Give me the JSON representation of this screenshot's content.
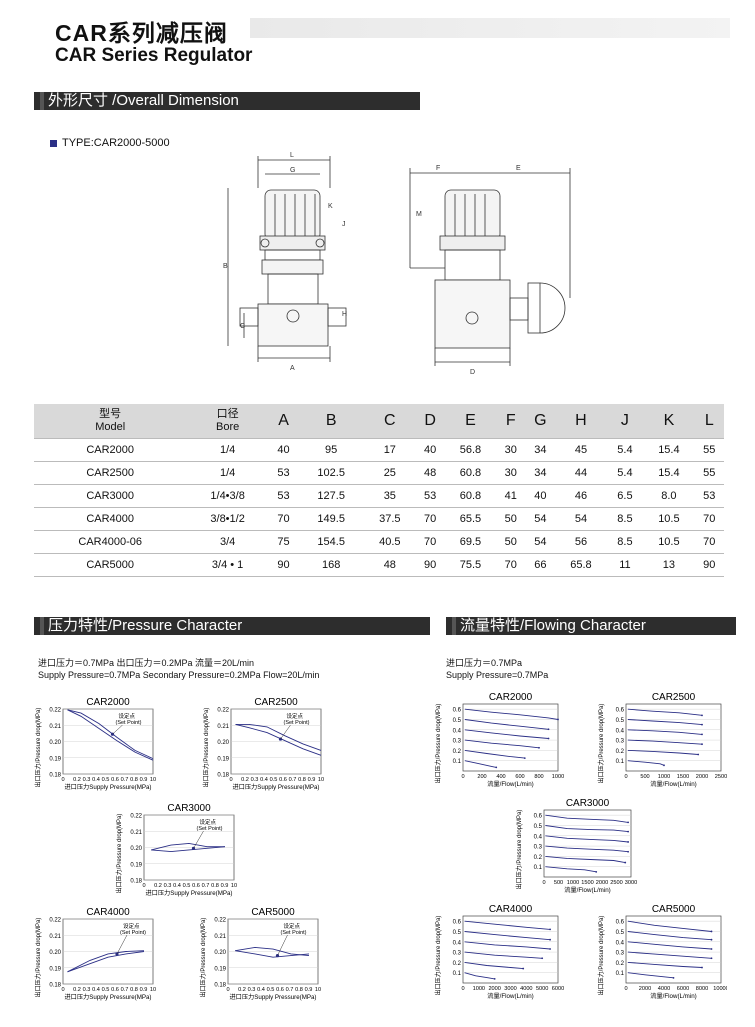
{
  "header": {
    "title_cn": "CAR系列减压阀",
    "title_en": "CAR Series Regulator"
  },
  "sections": {
    "dimension": "外形尺寸 /Overall Dimension",
    "pressure": "压力特性/Pressure Character",
    "flowing": "流量特性/Flowing Character"
  },
  "type_line": "TYPE:CAR2000-5000",
  "drawing_labels": {
    "left": [
      "L",
      "G",
      "K",
      "J",
      "B",
      "C",
      "H",
      "A"
    ],
    "right": [
      "F",
      "E",
      "M",
      "D"
    ]
  },
  "table": {
    "headers": [
      {
        "cn": "型号",
        "en": "Model"
      },
      {
        "cn": "口径",
        "en": "Bore"
      },
      "A",
      "B",
      "C",
      "D",
      "E",
      "F",
      "G",
      "H",
      "J",
      "K",
      "L"
    ],
    "rows": [
      [
        "CAR2000",
        "1/4",
        "40",
        "95",
        "17",
        "40",
        "56.8",
        "30",
        "34",
        "45",
        "5.4",
        "15.4",
        "55"
      ],
      [
        "CAR2500",
        "1/4",
        "53",
        "102.5",
        "25",
        "48",
        "60.8",
        "30",
        "34",
        "44",
        "5.4",
        "15.4",
        "55"
      ],
      [
        "CAR3000",
        "1/4•3/8",
        "53",
        "127.5",
        "35",
        "53",
        "60.8",
        "41",
        "40",
        "46",
        "6.5",
        "8.0",
        "53"
      ],
      [
        "CAR4000",
        "3/8•1/2",
        "70",
        "149.5",
        "37.5",
        "70",
        "65.5",
        "50",
        "54",
        "54",
        "8.5",
        "10.5",
        "70"
      ],
      [
        "CAR4000-06",
        "3/4",
        "75",
        "154.5",
        "40.5",
        "70",
        "69.5",
        "50",
        "54",
        "56",
        "8.5",
        "10.5",
        "70"
      ],
      [
        "CAR5000",
        "3/4 • 1",
        "90",
        "168",
        "48",
        "90",
        "75.5",
        "70",
        "66",
        "65.8",
        "11",
        "13",
        "90"
      ]
    ]
  },
  "pressure_conditions": [
    "进口压力＝0.7MPa 出口压力＝0.2MPa 流量＝20L/min",
    "Supply Pressure=0.7MPa Secondary Pressure=0.2MPa Flow=20L/min"
  ],
  "flow_conditions": [
    "进口压力＝0.7MPa",
    "Supply Pressure=0.7MPa"
  ],
  "pressure_axis": {
    "ylabel": "出口压力/Pressure drop(MPa)",
    "xlabel": "进口压力Supply Pressure(MPa)",
    "annotation_cn": "设定点",
    "annotation_en": "(Set Point)"
  },
  "flow_axis": {
    "ylabel": "出口压力/Pressure drop(MPa)",
    "xlabel": "流量/Flow(L/min)"
  },
  "chart_data": [
    {
      "type": "line",
      "title": "CAR2000",
      "group": "pressure",
      "ylim": [
        0.18,
        0.22
      ],
      "yticks": [
        0.22,
        0.21,
        0.2,
        0.19,
        0.18
      ],
      "xlim": [
        0,
        1.0
      ],
      "xticklabels": [
        "0",
        "0.2",
        "0.3",
        "0.4",
        "0.5",
        "0.6",
        "0.7",
        "0.8",
        "0.9",
        "10"
      ],
      "series": [
        {
          "x": [
            0.05,
            0.2,
            0.4,
            0.6,
            0.8,
            1.0
          ],
          "y": [
            0.2195,
            0.2175,
            0.211,
            0.2025,
            0.1945,
            0.1895
          ]
        },
        {
          "x": [
            0.05,
            0.2,
            0.4,
            0.6,
            0.8,
            1.0
          ],
          "y": [
            0.2195,
            0.2155,
            0.208,
            0.2005,
            0.1935,
            0.1885
          ]
        }
      ],
      "set_point": [
        0.55,
        0.2045
      ]
    },
    {
      "type": "line",
      "title": "CAR2500",
      "group": "pressure",
      "ylim": [
        0.18,
        0.22
      ],
      "yticks": [
        0.22,
        0.21,
        0.2,
        0.19,
        0.18
      ],
      "xlim": [
        0,
        1.0
      ],
      "xticklabels": [
        "0",
        "0.2",
        "0.3",
        "0.4",
        "0.5",
        "0.6",
        "0.7",
        "0.8",
        "0.9",
        "10"
      ],
      "series": [
        {
          "x": [
            0.05,
            0.2,
            0.4,
            0.6,
            0.8,
            1.0
          ],
          "y": [
            0.2105,
            0.2105,
            0.209,
            0.2035,
            0.1985,
            0.1945
          ]
        },
        {
          "x": [
            0.05,
            0.2,
            0.4,
            0.6,
            0.8,
            1.0
          ],
          "y": [
            0.2105,
            0.2085,
            0.2055,
            0.2005,
            0.1955,
            0.1915
          ]
        }
      ],
      "set_point": [
        0.55,
        0.2015
      ]
    },
    {
      "type": "line",
      "title": "CAR3000",
      "group": "pressure",
      "ylim": [
        0.18,
        0.22
      ],
      "yticks": [
        0.22,
        0.21,
        0.2,
        0.19,
        0.18
      ],
      "xlim": [
        0,
        1.0
      ],
      "xticklabels": [
        "0",
        "0.2",
        "0.3",
        "0.4",
        "0.5",
        "0.6",
        "0.7",
        "0.8",
        "0.9",
        "10"
      ],
      "series": [
        {
          "x": [
            0.08,
            0.3,
            0.5,
            0.7,
            0.9
          ],
          "y": [
            0.1985,
            0.2015,
            0.2025,
            0.2005,
            0.2005
          ]
        },
        {
          "x": [
            0.08,
            0.3,
            0.5,
            0.7,
            0.9
          ],
          "y": [
            0.1985,
            0.1975,
            0.1985,
            0.1995,
            0.2005
          ]
        }
      ],
      "set_point": [
        0.55,
        0.1995
      ]
    },
    {
      "type": "line",
      "title": "CAR4000",
      "group": "pressure",
      "ylim": [
        0.18,
        0.22
      ],
      "yticks": [
        0.22,
        0.21,
        0.2,
        0.19,
        0.18
      ],
      "xlim": [
        0,
        1.0
      ],
      "xticklabels": [
        "0",
        "0.2",
        "0.3",
        "0.4",
        "0.5",
        "0.6",
        "0.7",
        "0.8",
        "0.9",
        "10"
      ],
      "series": [
        {
          "x": [
            0.05,
            0.3,
            0.5,
            0.7,
            0.9
          ],
          "y": [
            0.1875,
            0.1945,
            0.1985,
            0.2,
            0.2005
          ]
        },
        {
          "x": [
            0.05,
            0.3,
            0.5,
            0.7,
            0.9
          ],
          "y": [
            0.1875,
            0.1925,
            0.1965,
            0.1985,
            0.2
          ]
        }
      ],
      "set_point": [
        0.6,
        0.1985
      ]
    },
    {
      "type": "line",
      "title": "CAR5000",
      "group": "pressure",
      "ylim": [
        0.18,
        0.22
      ],
      "yticks": [
        0.22,
        0.21,
        0.2,
        0.19,
        0.18
      ],
      "xlim": [
        0,
        1.0
      ],
      "xticklabels": [
        "0",
        "0.2",
        "0.3",
        "0.4",
        "0.5",
        "0.6",
        "0.7",
        "0.8",
        "0.9",
        "10"
      ],
      "series": [
        {
          "x": [
            0.08,
            0.3,
            0.5,
            0.7,
            0.9
          ],
          "y": [
            0.2005,
            0.2025,
            0.2015,
            0.1985,
            0.1975
          ]
        },
        {
          "x": [
            0.08,
            0.3,
            0.5,
            0.7,
            0.9
          ],
          "y": [
            0.2005,
            0.1985,
            0.1965,
            0.1975,
            0.1985
          ]
        }
      ],
      "set_point": [
        0.55,
        0.1975
      ]
    },
    {
      "type": "line",
      "title": "CAR2000",
      "group": "flow",
      "ylim": [
        0,
        0.65
      ],
      "xlim": [
        0,
        1000
      ],
      "yticks": [
        0.6,
        0.5,
        0.4,
        0.3,
        0.2,
        0.1
      ],
      "xticklabels": [
        "0",
        "200",
        "400",
        "600",
        "800",
        "1000"
      ],
      "xtickvalues": [
        0,
        200,
        400,
        600,
        800,
        1000
      ],
      "series": [
        {
          "x": [
            20,
            300,
            600,
            900,
            1000
          ],
          "y": [
            0.6,
            0.57,
            0.545,
            0.515,
            0.5
          ]
        },
        {
          "x": [
            20,
            300,
            600,
            900
          ],
          "y": [
            0.5,
            0.465,
            0.435,
            0.405
          ]
        },
        {
          "x": [
            20,
            300,
            600,
            900
          ],
          "y": [
            0.4,
            0.37,
            0.34,
            0.315
          ]
        },
        {
          "x": [
            20,
            300,
            600,
            800
          ],
          "y": [
            0.3,
            0.27,
            0.245,
            0.225
          ]
        },
        {
          "x": [
            20,
            250,
            500,
            650
          ],
          "y": [
            0.2,
            0.17,
            0.14,
            0.125
          ]
        },
        {
          "x": [
            20,
            150,
            300,
            350
          ],
          "y": [
            0.1,
            0.075,
            0.045,
            0.035
          ]
        }
      ]
    },
    {
      "type": "line",
      "title": "CAR2500",
      "group": "flow",
      "ylim": [
        0,
        0.65
      ],
      "xlim": [
        0,
        2500
      ],
      "yticks": [
        0.6,
        0.5,
        0.4,
        0.3,
        0.2,
        0.1
      ],
      "xticklabels": [
        "0",
        "500",
        "1000",
        "1500",
        "2000",
        "2500"
      ],
      "xtickvalues": [
        0,
        500,
        1000,
        1500,
        2000,
        2500
      ],
      "series": [
        {
          "x": [
            50,
            700,
            1400,
            2000
          ],
          "y": [
            0.6,
            0.58,
            0.565,
            0.54
          ]
        },
        {
          "x": [
            50,
            700,
            1400,
            2000
          ],
          "y": [
            0.5,
            0.485,
            0.47,
            0.45
          ]
        },
        {
          "x": [
            50,
            700,
            1400,
            2000
          ],
          "y": [
            0.4,
            0.39,
            0.375,
            0.355
          ]
        },
        {
          "x": [
            50,
            700,
            1400,
            2000
          ],
          "y": [
            0.3,
            0.29,
            0.275,
            0.26
          ]
        },
        {
          "x": [
            50,
            700,
            1400,
            1900
          ],
          "y": [
            0.2,
            0.19,
            0.175,
            0.16
          ]
        },
        {
          "x": [
            50,
            500,
            900,
            1000
          ],
          "y": [
            0.1,
            0.085,
            0.07,
            0.055
          ]
        }
      ]
    },
    {
      "type": "line",
      "title": "CAR3000",
      "group": "flow",
      "ylim": [
        0,
        0.65
      ],
      "xlim": [
        0,
        3000
      ],
      "yticks": [
        0.6,
        0.5,
        0.4,
        0.3,
        0.2,
        0.1
      ],
      "xticklabels": [
        "0",
        "500",
        "1000",
        "1500",
        "2000",
        "2500",
        "3000"
      ],
      "xtickvalues": [
        0,
        500,
        1000,
        1500,
        2000,
        2500,
        3000
      ],
      "series": [
        {
          "x": [
            50,
            800,
            1600,
            2400,
            2900
          ],
          "y": [
            0.6,
            0.57,
            0.56,
            0.55,
            0.53
          ]
        },
        {
          "x": [
            50,
            800,
            1600,
            2400,
            2900
          ],
          "y": [
            0.5,
            0.47,
            0.46,
            0.455,
            0.44
          ]
        },
        {
          "x": [
            50,
            800,
            1600,
            2400,
            2900
          ],
          "y": [
            0.4,
            0.375,
            0.365,
            0.355,
            0.34
          ]
        },
        {
          "x": [
            50,
            800,
            1600,
            2400,
            2900
          ],
          "y": [
            0.3,
            0.28,
            0.27,
            0.26,
            0.245
          ]
        },
        {
          "x": [
            50,
            800,
            1600,
            2400,
            2800
          ],
          "y": [
            0.2,
            0.18,
            0.17,
            0.16,
            0.14
          ]
        },
        {
          "x": [
            50,
            800,
            1400,
            1800
          ],
          "y": [
            0.1,
            0.08,
            0.07,
            0.05
          ]
        }
      ]
    },
    {
      "type": "line",
      "title": "CAR4000",
      "group": "flow",
      "ylim": [
        0,
        0.65
      ],
      "xlim": [
        0,
        6000
      ],
      "yticks": [
        0.6,
        0.5,
        0.4,
        0.3,
        0.2,
        0.1
      ],
      "xticklabels": [
        "0",
        "1000",
        "2000",
        "3000",
        "4000",
        "5000",
        "6000"
      ],
      "xtickvalues": [
        0,
        1000,
        2000,
        3000,
        4000,
        5000,
        6000
      ],
      "series": [
        {
          "x": [
            100,
            2000,
            4000,
            5500
          ],
          "y": [
            0.6,
            0.57,
            0.54,
            0.52
          ]
        },
        {
          "x": [
            100,
            2000,
            4000,
            5500
          ],
          "y": [
            0.5,
            0.47,
            0.44,
            0.42
          ]
        },
        {
          "x": [
            100,
            2000,
            4000,
            5500
          ],
          "y": [
            0.4,
            0.37,
            0.35,
            0.33
          ]
        },
        {
          "x": [
            100,
            2000,
            4000,
            5000
          ],
          "y": [
            0.3,
            0.27,
            0.25,
            0.24
          ]
        },
        {
          "x": [
            100,
            1500,
            3000,
            3800
          ],
          "y": [
            0.2,
            0.17,
            0.15,
            0.14
          ]
        },
        {
          "x": [
            100,
            800,
            1600,
            2000
          ],
          "y": [
            0.1,
            0.07,
            0.05,
            0.04
          ]
        }
      ]
    },
    {
      "type": "line",
      "title": "CAR5000",
      "group": "flow",
      "ylim": [
        0,
        0.65
      ],
      "xlim": [
        0,
        10000
      ],
      "yticks": [
        0.6,
        0.5,
        0.4,
        0.3,
        0.2,
        0.1
      ],
      "xticklabels": [
        "0",
        "2000",
        "4000",
        "6000",
        "8000",
        "10000"
      ],
      "xtickvalues": [
        0,
        2000,
        4000,
        6000,
        8000,
        10000
      ],
      "series": [
        {
          "x": [
            200,
            3000,
            6000,
            9000
          ],
          "y": [
            0.6,
            0.56,
            0.53,
            0.5
          ]
        },
        {
          "x": [
            200,
            3000,
            6000,
            9000
          ],
          "y": [
            0.5,
            0.47,
            0.44,
            0.42
          ]
        },
        {
          "x": [
            200,
            3000,
            6000,
            9000
          ],
          "y": [
            0.4,
            0.375,
            0.35,
            0.33
          ]
        },
        {
          "x": [
            200,
            3000,
            6000,
            9000
          ],
          "y": [
            0.3,
            0.28,
            0.26,
            0.24
          ]
        },
        {
          "x": [
            200,
            3000,
            6000,
            8000
          ],
          "y": [
            0.2,
            0.18,
            0.16,
            0.15
          ]
        },
        {
          "x": [
            200,
            2000,
            4000,
            5000
          ],
          "y": [
            0.1,
            0.08,
            0.06,
            0.05
          ]
        }
      ]
    }
  ],
  "colors": {
    "curve": "#2b2f86",
    "grid": "#ccc",
    "section_bg": "#2d2d2d"
  }
}
